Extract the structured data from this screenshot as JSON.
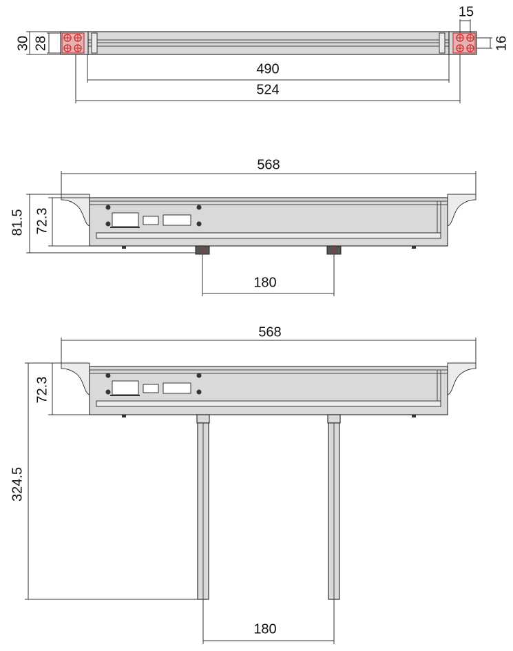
{
  "views": {
    "top": {
      "dim_height_outer": "30",
      "dim_height_inner": "28",
      "dim_hole_spacing": "15",
      "dim_hole_offset": "16",
      "dim_inner_length": "490",
      "dim_outer_length": "524"
    },
    "front": {
      "dim_overall_width": "568",
      "dim_total_height": "81.5",
      "dim_body_height": "72.3",
      "dim_foot_spacing": "180"
    },
    "front_with_legs": {
      "dim_overall_width": "568",
      "dim_body_height": "72.3",
      "dim_total_height": "324.5",
      "dim_leg_spacing": "180"
    }
  },
  "colors": {
    "line": "#333333",
    "body_fill": "#d9d9d9",
    "mount_hole": "#cc2222"
  }
}
